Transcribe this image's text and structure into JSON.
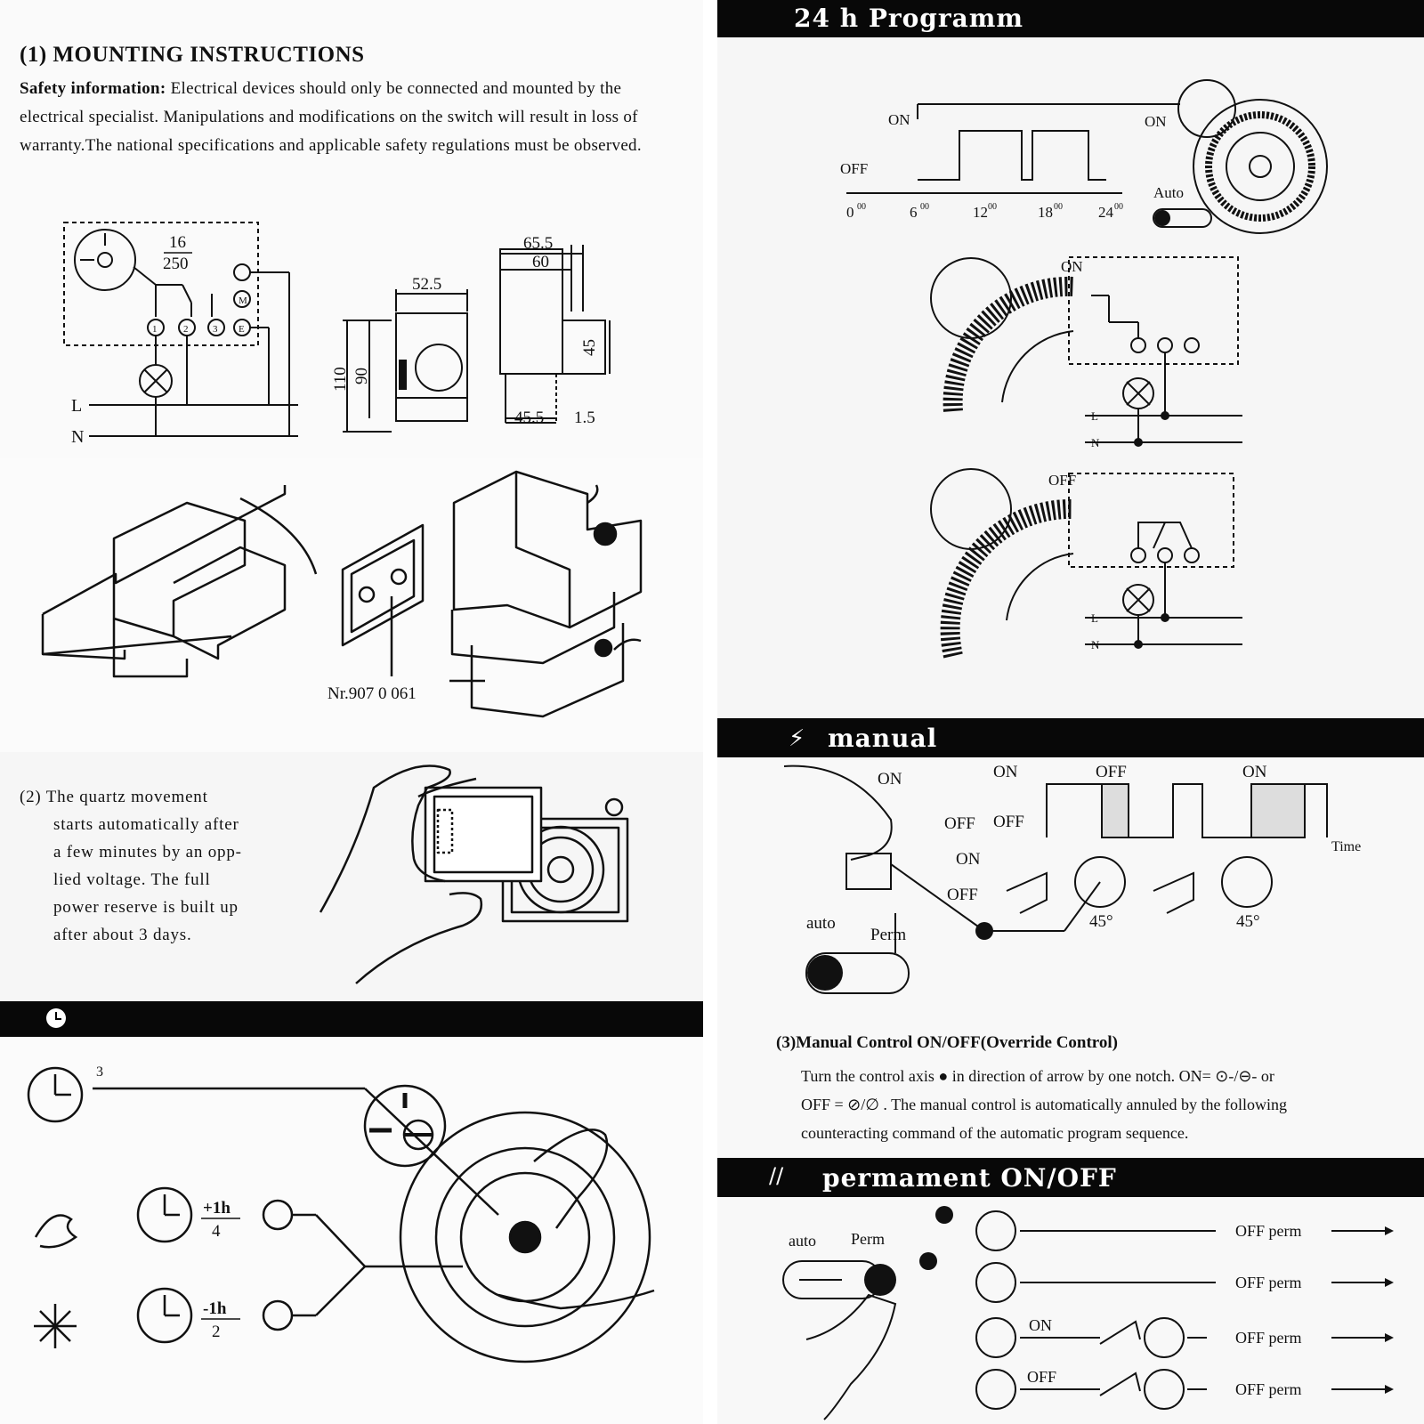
{
  "mounting": {
    "title": "(1)  MOUNTING INSTRUCTIONS",
    "safety_label": "Safety information:",
    "safety_text": " Electrical devices should only be connected and mounted by the electrical specialist. Manipulations and modifications on the switch will result in loss of warranty.The national specifications and applicable safety regulations must be observed.",
    "wiring": {
      "rating_top": "16",
      "rating_bottom": "250",
      "label_l": "L",
      "label_n": "N",
      "t1": "1",
      "t2": "2",
      "t3": "3",
      "tm": "M",
      "te": "E"
    },
    "dims": {
      "d525": "52.5",
      "d655": "65.5",
      "d60": "60",
      "d110": "110",
      "d90": "90",
      "d45": "45",
      "d455": "45.5",
      "d15": "1.5"
    },
    "part_no": "Nr.907 0 061"
  },
  "quartz": {
    "lines": [
      "(2)  The quartz movement",
      "starts automatically after",
      "a few minutes by an opp-",
      "lied voltage. The full",
      "power reserve is built up",
      "after about 3 days."
    ]
  },
  "clock_section": {
    "time_3": "3",
    "plus": "+1h",
    "plus_hr": "4",
    "minus": "-1h",
    "minus_hr": "2"
  },
  "program": {
    "title": "24 h Programm",
    "on": "ON",
    "off": "OFF",
    "auto": "Auto",
    "ticks": [
      "0",
      "6",
      "12",
      "18",
      "24"
    ],
    "tick_sups": [
      "00",
      "00",
      "00",
      "00",
      "00"
    ],
    "on2": "ON",
    "off2": "OFF",
    "l": "L",
    "n": "N"
  },
  "manual": {
    "title": "manual",
    "on": "ON",
    "off": "OFF",
    "time": "Time",
    "auto": "auto",
    "perm": "Perm",
    "deg": "45°",
    "heading": "(3)Manual Control ON/OFF(Override Control)",
    "line1": "Turn the control axis ● in direction of arrow by one notch. ON= ⊙-/⊖- or",
    "line2": "OFF = ⊘/∅ . The manual control is automatically annuled by the following",
    "line3": "counteracting command of the automatic program sequence."
  },
  "permanent": {
    "title": "permament ON/OFF",
    "auto": "auto",
    "perm": "Perm",
    "rows": [
      "OFF perm",
      "OFF perm",
      "OFF perm",
      "OFF perm"
    ],
    "on": "ON",
    "off": "OFF"
  }
}
